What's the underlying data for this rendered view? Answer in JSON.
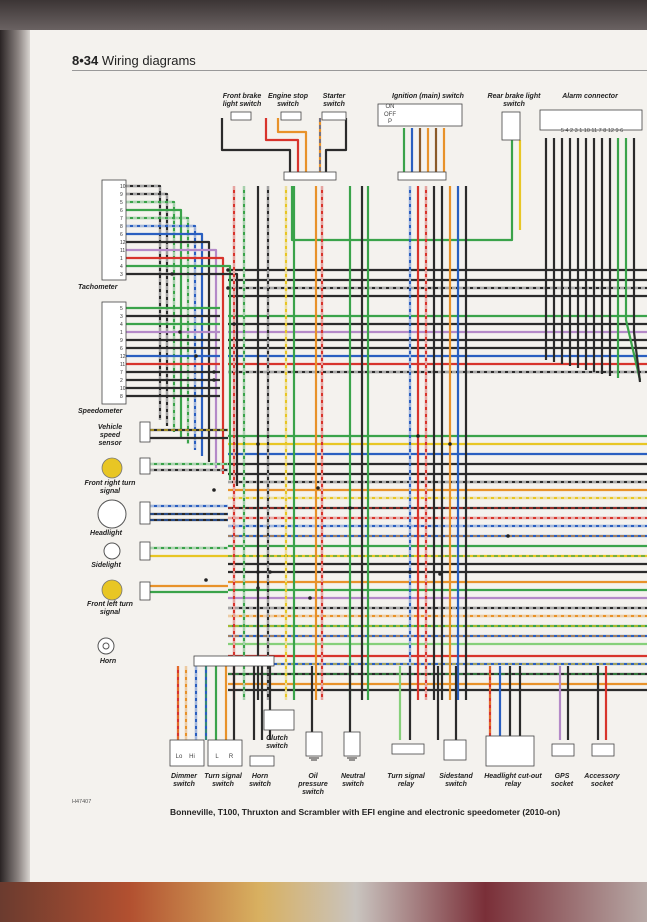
{
  "header": {
    "page_number": "8•34",
    "title": "Wiring diagrams"
  },
  "caption": "Bonneville, T100, Thruxton and Scrambler with EFI engine and electronic speedometer (2010-on)",
  "figure_code": "H47407",
  "top_components": {
    "front_brake": "Front brake light switch",
    "engine_stop": "Engine stop switch",
    "starter": "Starter switch",
    "ignition": "Ignition (main) switch",
    "rear_brake": "Rear brake light switch",
    "alarm": "Alarm connector"
  },
  "ignition_positions": [
    "ON",
    "OFF",
    "P"
  ],
  "alarm_pins": "5 4 2 3 1 10 11 7 8 12 9 6",
  "left_components": {
    "tachometer": "Tachometer",
    "speedometer": "Speedometer",
    "speed_sensor": "Vehicle speed sensor",
    "front_right_turn": "Front right turn signal",
    "headlight": "Headlight",
    "sidelight": "Sidelight",
    "front_left_turn": "Front left turn signal",
    "horn": "Horn"
  },
  "tacho_pins": [
    "10",
    "9",
    "5",
    "6",
    "7",
    "8",
    "6",
    "12",
    "11",
    "1",
    "4",
    "3"
  ],
  "speedo_pins": [
    "5",
    "3",
    "4",
    "1",
    "9",
    "6",
    "12",
    "11",
    "7",
    "2",
    "10",
    "8"
  ],
  "bottom_components": {
    "dimmer": "Dimmer switch",
    "turn_signal_switch": "Turn signal switch",
    "horn_switch": "Horn switch",
    "clutch": "Clutch switch",
    "oil": "Oil pressure switch",
    "neutral": "Neutral switch",
    "relay": "Turn signal relay",
    "sidestand": "Sidestand switch",
    "headlight_relay": "Headlight cut-out relay",
    "gps": "GPS socket",
    "accessory": "Accessory socket"
  },
  "switch_marks": {
    "lo": "Lo",
    "hi": "Hi",
    "l": "L",
    "r": "R"
  },
  "wire_colors": {
    "black": "#2b2b2b",
    "red": "#d8342c",
    "green": "#3aa34a",
    "blue": "#2a5fc0",
    "yellow": "#e8c624",
    "orange": "#e8922a",
    "purple": "#b48ac8",
    "white": "#eeeeee",
    "grey": "#8a8a8a",
    "brown": "#8a5a2a",
    "lightgreen": "#86d07a"
  }
}
